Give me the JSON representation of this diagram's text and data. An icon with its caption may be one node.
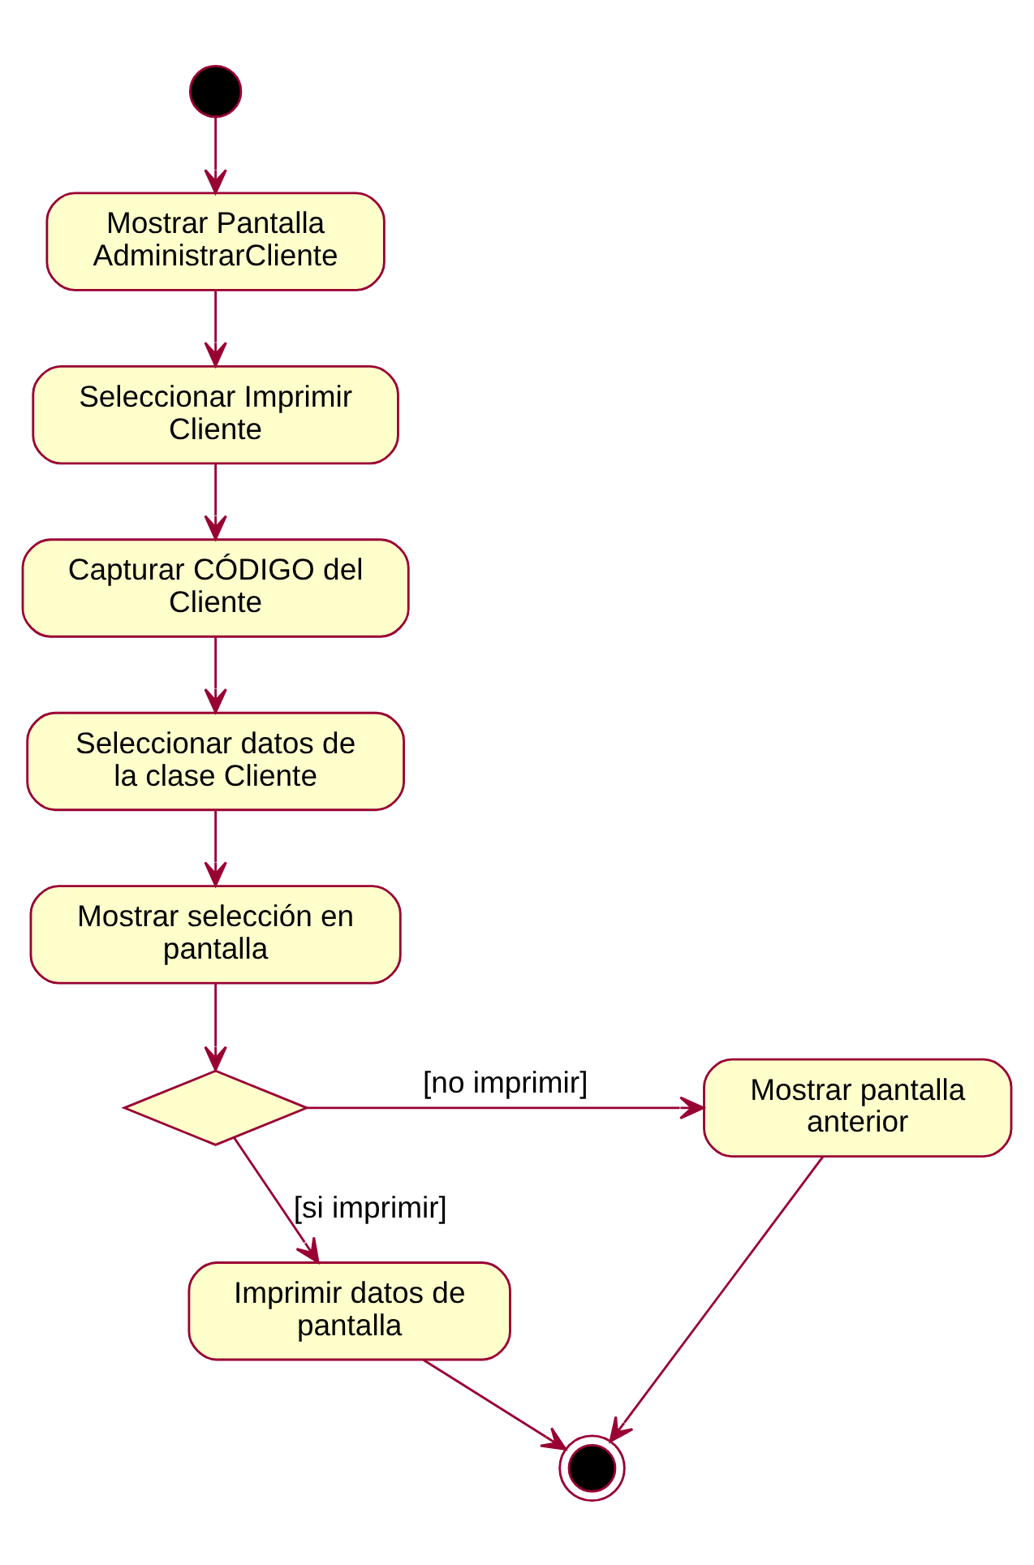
{
  "diagram": {
    "nodes": [
      {
        "text": [],
        "shape": "circle"
      },
      {
        "text": [
          "Mostrar Pantalla AdministrarCliente"
        ]
      },
      {
        "text": [
          "Seleccionar Imprimir Cliente"
        ]
      },
      {
        "text": [
          "Capturar CÓDIGO del Cliente"
        ]
      },
      {
        "text": [
          "Seleccionar datos de la clase Cliente"
        ]
      },
      {
        "text": [
          "Mostrar selección en pantalla"
        ]
      },
      {
        "text": [],
        "shape": "diamond"
      },
      {
        "text": [
          "Mostrar pantalla anterior"
        ]
      },
      {
        "text": [
          "Imprimir datos de pantalla"
        ]
      },
      {
        "text": [],
        "shape": "bullseye"
      }
    ],
    "edges": [
      {
        "from": 0,
        "to": 1,
        "arrow": "to"
      },
      {
        "from": 1,
        "to": 2,
        "arrow": "to"
      },
      {
        "from": 2,
        "to": 3,
        "arrow": "to"
      },
      {
        "from": 3,
        "to": 4,
        "arrow": "to"
      },
      {
        "from": 4,
        "to": 5,
        "arrow": "to"
      },
      {
        "from": 5,
        "to": 6,
        "arrow": "to"
      },
      {
        "from": 6,
        "to": 7,
        "arrow": "to",
        "label": "[no imprimir]"
      },
      {
        "from": 6,
        "to": 8,
        "arrow": "to",
        "label": "[si imprimir]"
      },
      {
        "from": 8,
        "to": 9,
        "arrow": "to"
      },
      {
        "from": 7,
        "to": 9,
        "arrow": "to"
      }
    ]
  }
}
